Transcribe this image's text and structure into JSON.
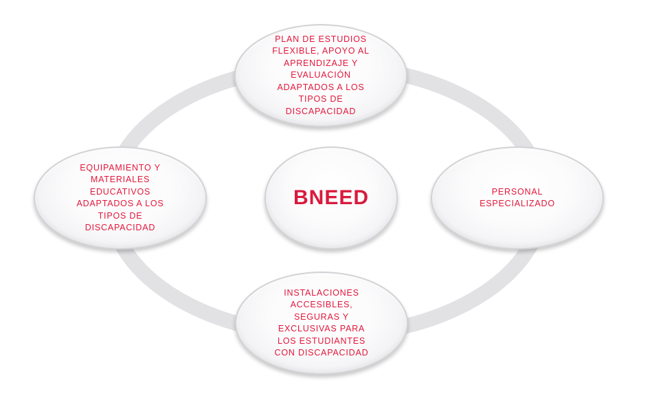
{
  "center": {
    "label": "BNEED"
  },
  "nodes": {
    "top": "PLAN DE ESTUDIOS\nFLEXIBLE, APOYO AL\nAPRENDIZAJE Y\nEVALUACIÓN\nADAPTADOS A LOS\nTIPOS DE\nDISCAPACIDAD",
    "left": "EQUIPAMIENTO Y\nMATERIALES\nEDUCATIVOS\nADAPTADOS A LOS\nTIPOS DE\nDISCAPACIDAD",
    "right": "PERSONAL\nESPECIALIZADO",
    "bottom": "INSTALACIONES\nACCESIBLES,\nSEGURAS Y\nEXCLUSIVAS PARA\nLOS ESTUDIANTES\nCON DISCAPACIDAD"
  },
  "colors": {
    "text": "#e3163a",
    "ring": "#e1e1e3",
    "node_border": "#d2d2d6"
  }
}
